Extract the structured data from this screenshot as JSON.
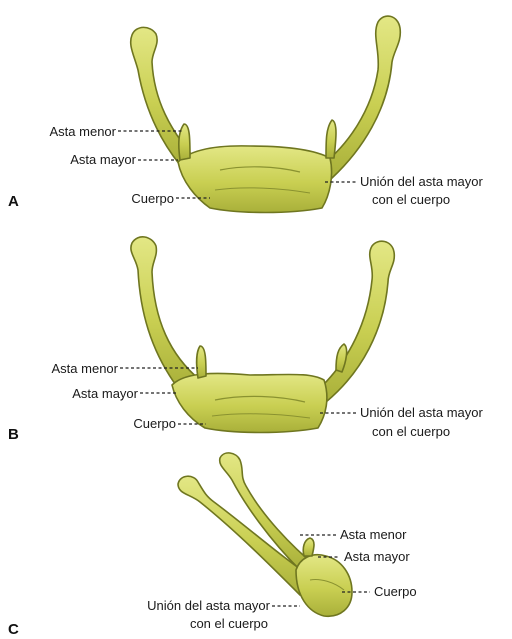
{
  "colors": {
    "bone": "#c9cf52",
    "bone_dark": "#7f8726",
    "bone_light": "#e6ea8e",
    "leader": "#222222",
    "text": "#1a1a1a"
  },
  "panels": [
    {
      "letter": "A",
      "labels": {
        "asta_menor": "Asta menor",
        "asta_mayor": "Asta mayor",
        "cuerpo": "Cuerpo",
        "union_line1": "Unión del asta mayor",
        "union_line2": "con el cuerpo"
      }
    },
    {
      "letter": "B",
      "labels": {
        "asta_menor": "Asta menor",
        "asta_mayor": "Asta mayor",
        "cuerpo": "Cuerpo",
        "union_line1": "Unión del asta mayor",
        "union_line2": "con el cuerpo"
      }
    },
    {
      "letter": "C",
      "labels": {
        "asta_menor": "Asta menor",
        "asta_mayor": "Asta mayor",
        "cuerpo": "Cuerpo",
        "union_line1": "Unión del asta mayor",
        "union_line2": "con el cuerpo"
      }
    }
  ]
}
